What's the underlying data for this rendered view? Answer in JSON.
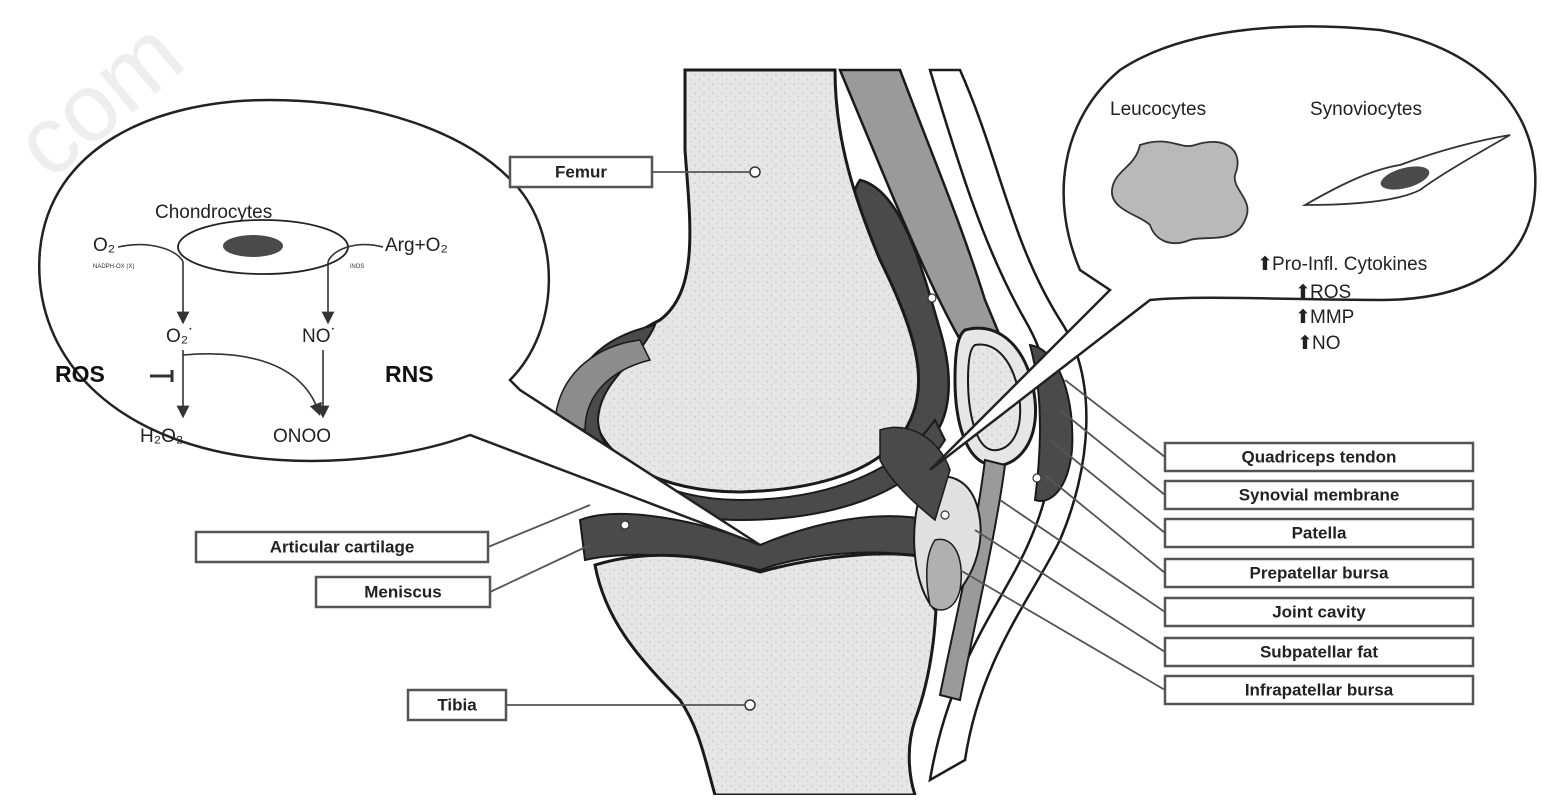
{
  "watermark": "com",
  "bones": {
    "femur": "Femur",
    "tibia": "Tibia"
  },
  "left_labels": {
    "articular_cartilage": "Articular cartilage",
    "meniscus": "Meniscus"
  },
  "right_labels": [
    "Quadriceps tendon",
    "Synovial membrane",
    "Patella",
    "Prepatellar bursa",
    "Joint cavity",
    "Subpatellar fat",
    "Infrapatellar bursa"
  ],
  "chondro_bubble": {
    "title": "Chondrocytes",
    "o2": "O₂",
    "arg_o2": "Arg+O₂",
    "enzyme_left": "NADPH-OX (X)",
    "enzyme_right": "iNOS",
    "superoxide": "O₂˙",
    "no": "NO˙",
    "ros": "ROS",
    "rns": "RNS",
    "h2o2": "H₂O₂",
    "onoo": "ONOO"
  },
  "synovial_bubble": {
    "leucocytes": "Leucocytes",
    "synoviocytes": "Synoviocytes",
    "lines": [
      "Pro-Infl. Cytokines",
      "ROS",
      "MMP",
      "NO"
    ],
    "up_arrow": "⬆"
  },
  "colors": {
    "bone": "#e4e4e4",
    "cartilage": "#8c8c8c",
    "soft_tissue_dark": "#4a4a4a",
    "tissue_mid": "#9a9a9a",
    "outline": "#1a1a1a"
  }
}
